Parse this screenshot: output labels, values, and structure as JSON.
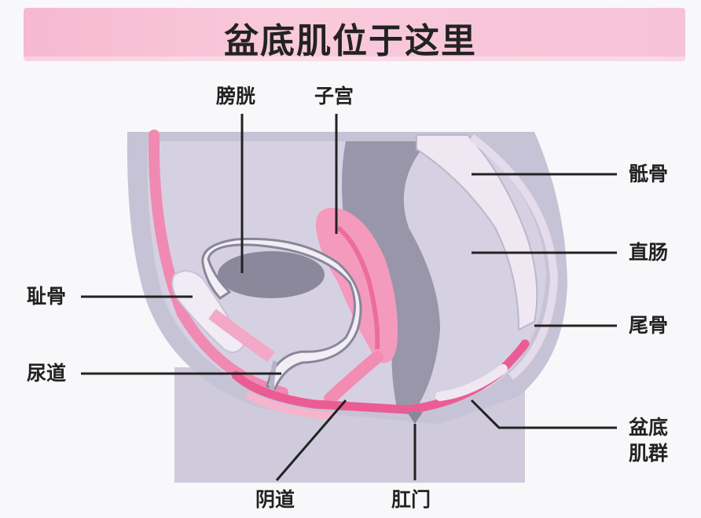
{
  "title": "盆底肌位于这里",
  "labels": {
    "bladder": "膀胱",
    "uterus": "子宫",
    "sacrum": "骶骨",
    "rectum": "直肠",
    "coccyx": "尾骨",
    "pubic_bone": "耻骨",
    "urethra": "尿道",
    "pelvic_floor_line1": "盆底",
    "pelvic_floor_line2": "肌群",
    "vagina": "阴道",
    "anus": "肛门"
  },
  "colors": {
    "banner": "#f7c2d6",
    "body": "#c9c5d8",
    "organ_dark": "#8c889c",
    "muscle_pink": "#ef5b92",
    "bone": "#ebe4f0"
  }
}
